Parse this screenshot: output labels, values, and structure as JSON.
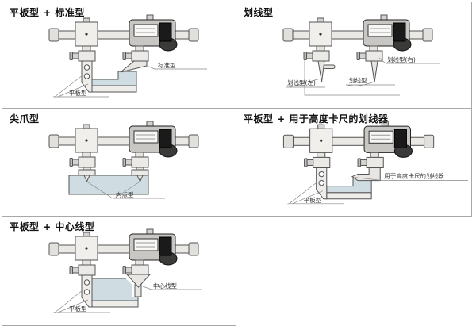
{
  "panels": [
    {
      "title": "平板型 + 标准型",
      "labels": {
        "jaw_right": "标准型",
        "jaw_left": "平板型"
      }
    },
    {
      "title": "划线型",
      "labels": {
        "right": "划线型(右)",
        "center": "划线型",
        "left": "划线型(左)"
      }
    },
    {
      "title": "尖爪型",
      "labels": {
        "jaws": "内点型"
      }
    },
    {
      "title": "平板型 + 用于高度卡尺的划线器",
      "labels": {
        "jaw_right": "用于高度卡尺的划线器",
        "jaw_left": "平板型"
      }
    },
    {
      "title": "平板型 + 中心线型",
      "labels": {
        "jaw_right": "中心线型",
        "jaw_left": "平板型"
      }
    }
  ],
  "colors": {
    "panel_border": "#a8a8a8",
    "beam_fill": "#ebe9e5",
    "carriage_fill": "#f0efeb",
    "digital_body": "#c9c7c3",
    "display_fill": "#f7f7f5",
    "display_module": "#1a1a1a",
    "workpiece_fill": "#cfdde3",
    "label_text": "#333333",
    "title_text": "#111111"
  }
}
